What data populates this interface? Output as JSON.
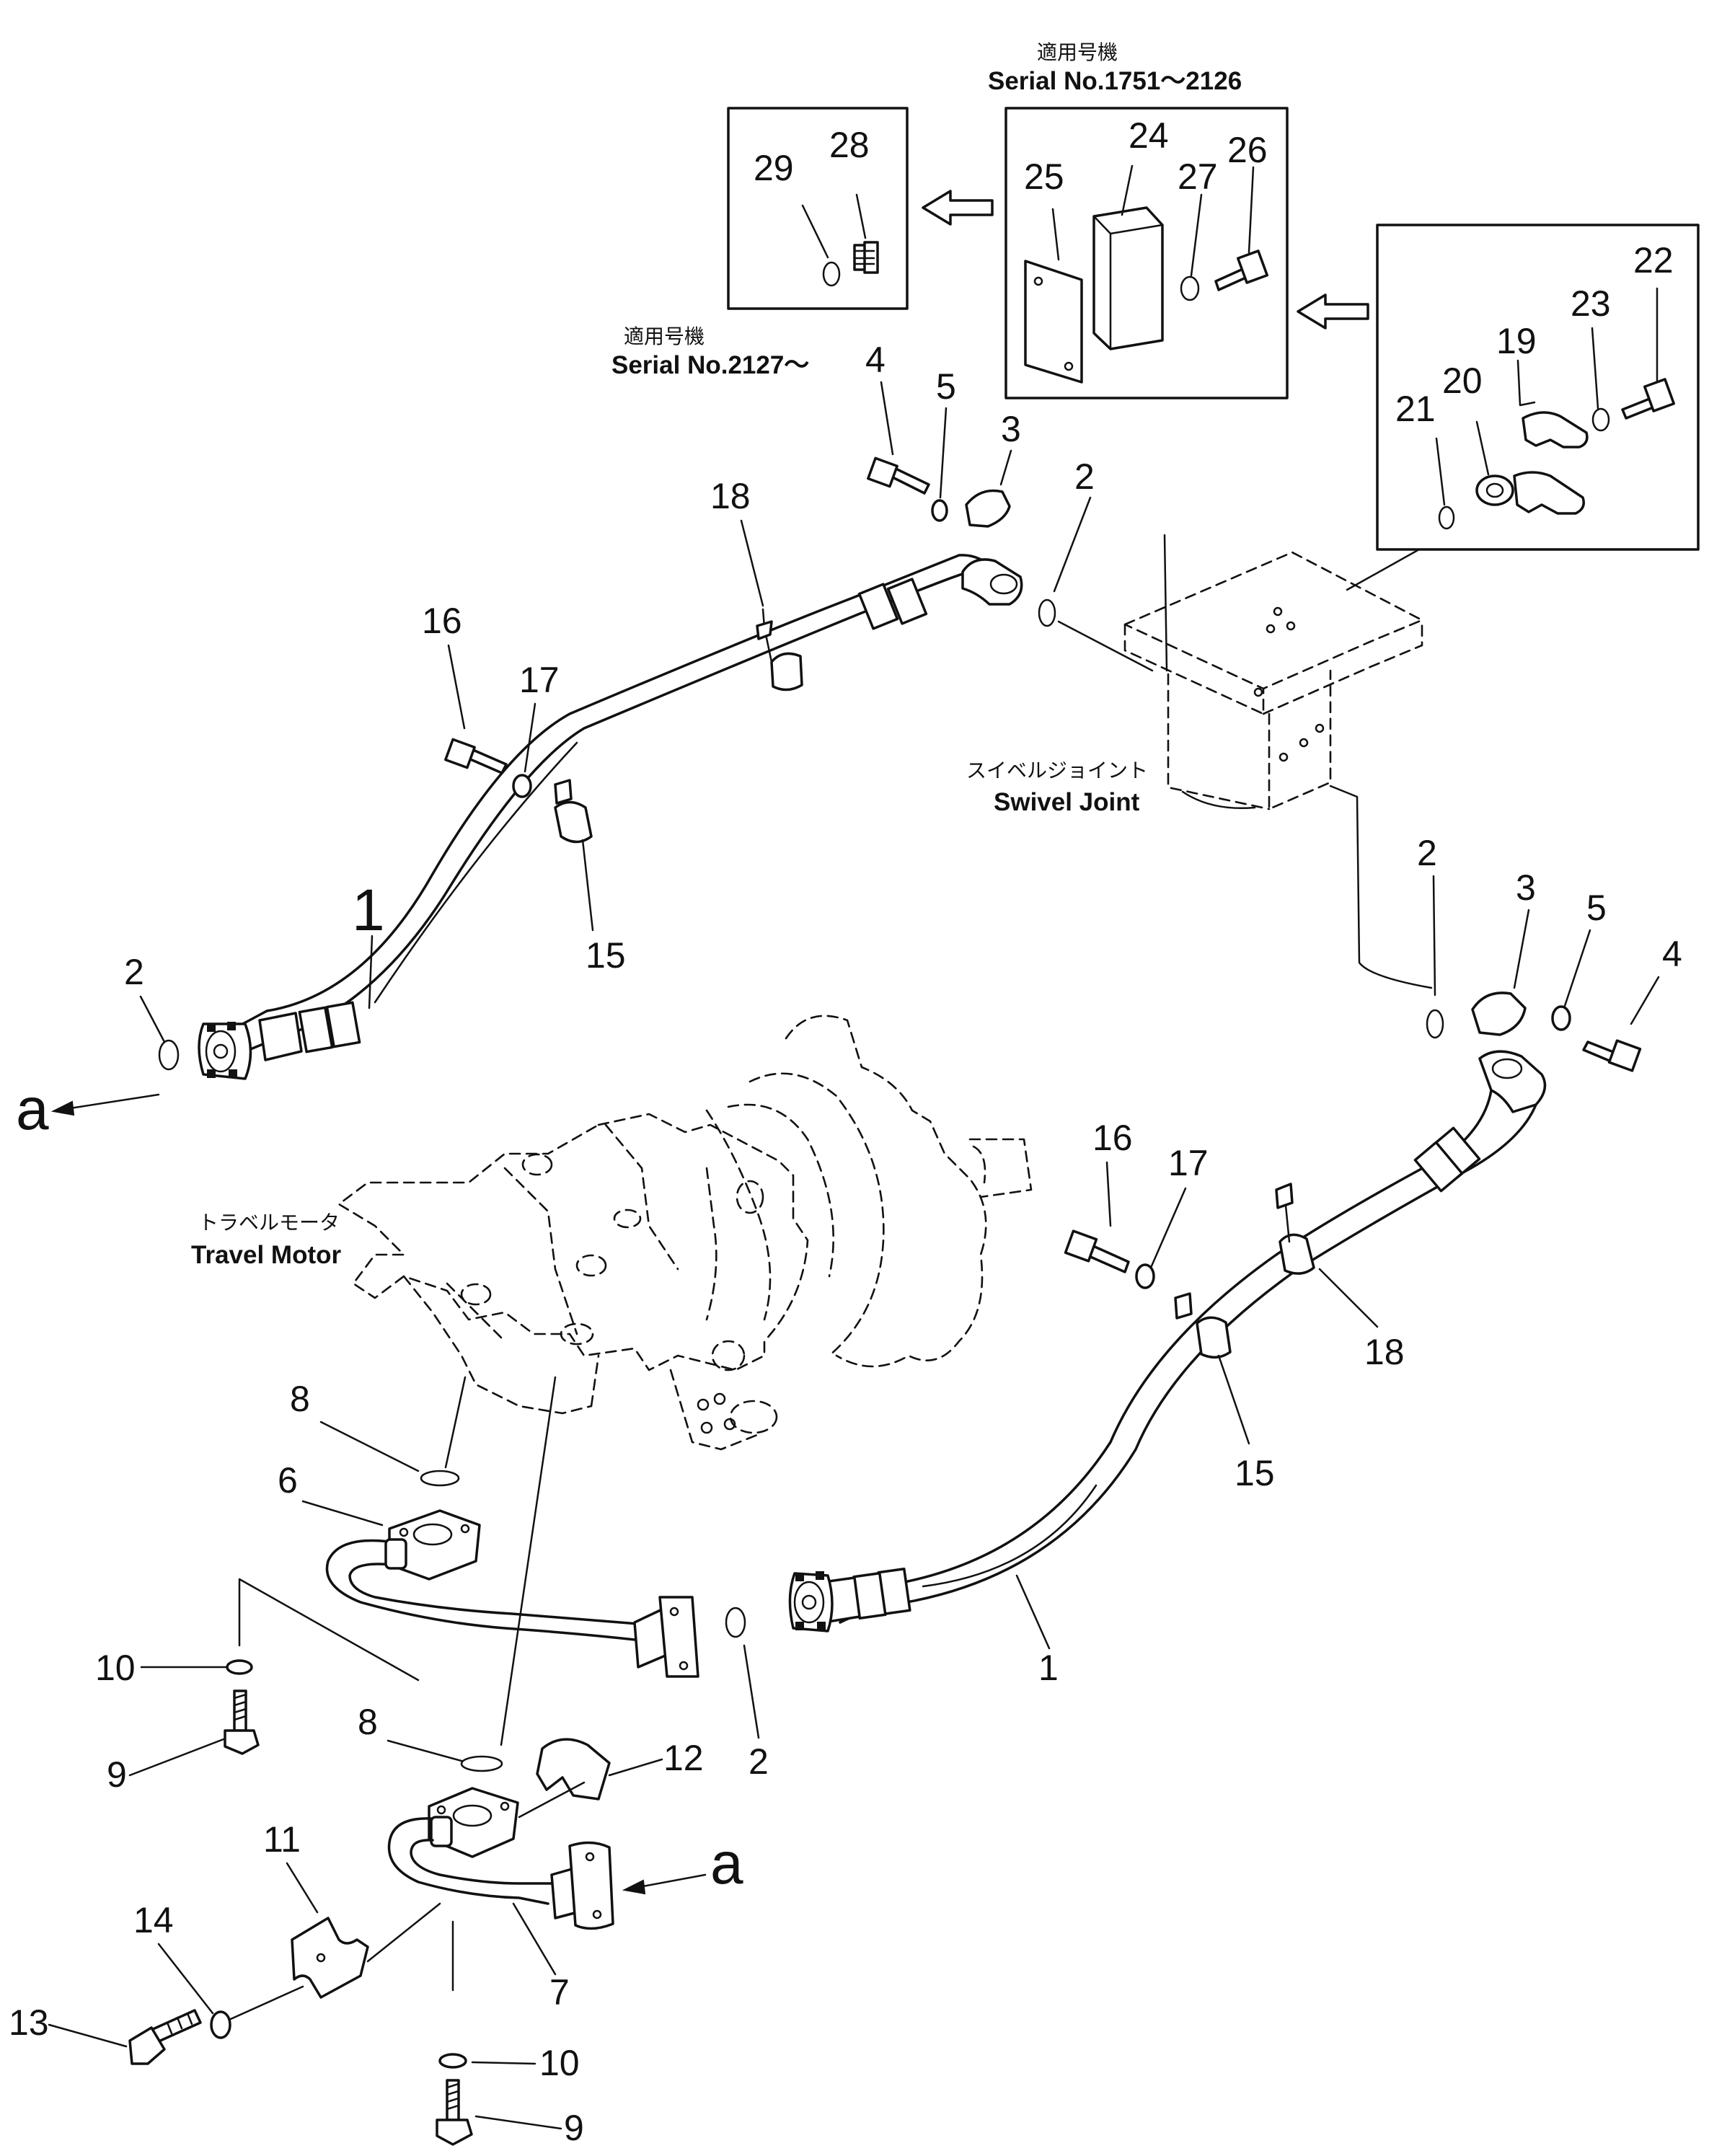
{
  "notes": {
    "note_jp_1": "適用号機",
    "note_serial_1": "Serial No.1751～2126",
    "note_jp_2": "適用号機",
    "note_serial_2": "Serial No.2127～"
  },
  "components": {
    "swivel_joint_jp": "スイベルジョイント",
    "swivel_joint_en": "Swivel Joint",
    "travel_motor_jp": "トラベルモータ",
    "travel_motor_en": "Travel Motor"
  },
  "callouts": {
    "c29": "29",
    "c28": "28",
    "c25": "25",
    "c24": "24",
    "c27": "27",
    "c26": "26",
    "c22": "22",
    "c23": "23",
    "c19": "19",
    "c20": "20",
    "c21": "21",
    "c4a": "4",
    "c5a": "5",
    "c3a": "3",
    "c2a": "2",
    "c18a": "18",
    "c16a": "16",
    "c17a": "17",
    "c1a": "1",
    "c15a": "15",
    "c2b": "2",
    "ca_left": "a",
    "c2c": "2",
    "c3b": "3",
    "c5b": "5",
    "c4b": "4",
    "c16b": "16",
    "c17b": "17",
    "c18b": "18",
    "c15b": "15",
    "c1b": "1",
    "c8a": "8",
    "c6": "6",
    "c10a": "10",
    "c9a": "9",
    "c2d": "2",
    "c8b": "8",
    "c12": "12",
    "ca_right": "a",
    "c11": "11",
    "c14": "14",
    "c13": "13",
    "c7": "7",
    "c10b": "10",
    "c9b": "9"
  }
}
